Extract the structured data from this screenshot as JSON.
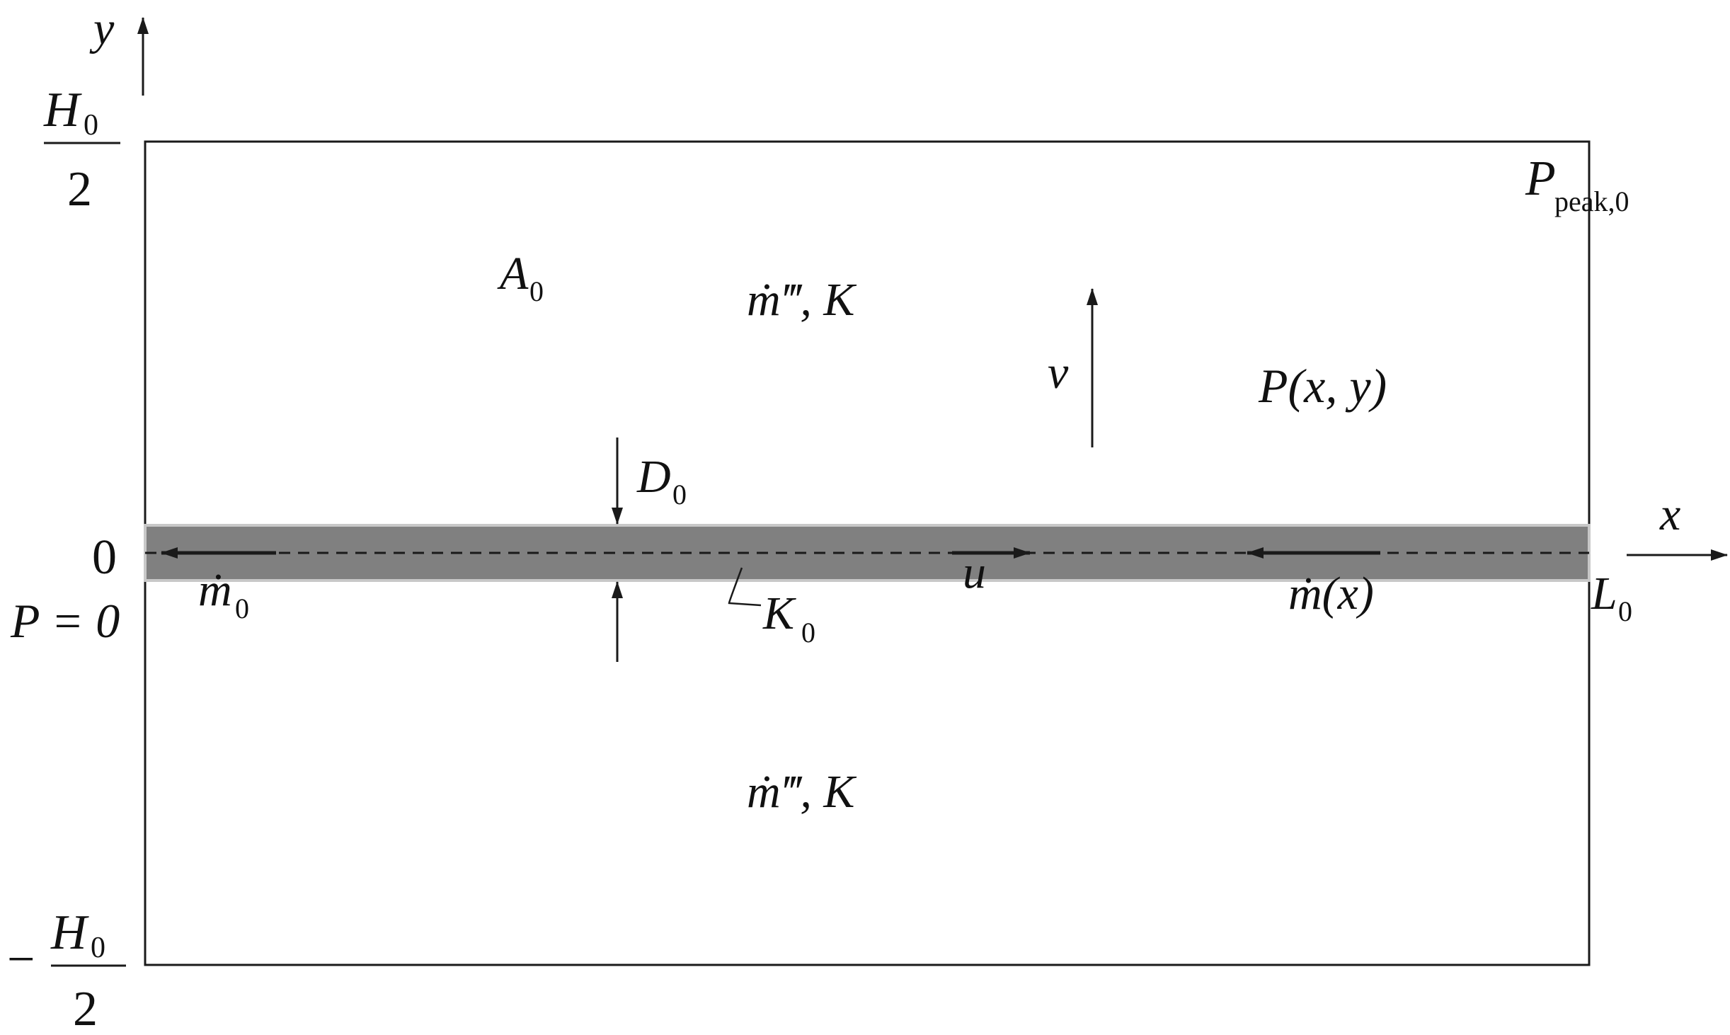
{
  "labels": {
    "y_axis": "y",
    "x_axis": "x",
    "top_num": "H",
    "top_num_sub": "0",
    "top_den": "2",
    "bot_minus": "−",
    "bot_num": "H",
    "bot_num_sub": "0",
    "bot_den": "2",
    "zero": "0",
    "p_zero": "P = 0",
    "p_peak": "P",
    "p_peak_sub": "peak,0",
    "a0": "A",
    "a0_sub": "0",
    "mdot_k_top": "ṁ‴, K",
    "mdot_k_bottom": "ṁ‴, K",
    "v": "v",
    "pxy": "P(x, y)",
    "d0": "D",
    "d0_sub": "0",
    "u": "u",
    "mdot0": "ṁ",
    "mdot0_sub": "0",
    "mx": "ṁ(x)",
    "k0": "K",
    "k0_sub": "0",
    "l0": "L",
    "l0_sub": "0"
  },
  "colors": {
    "channel_fill": "#808080",
    "channel_edge": "#c8c8c8",
    "line": "#1a1a1a"
  }
}
